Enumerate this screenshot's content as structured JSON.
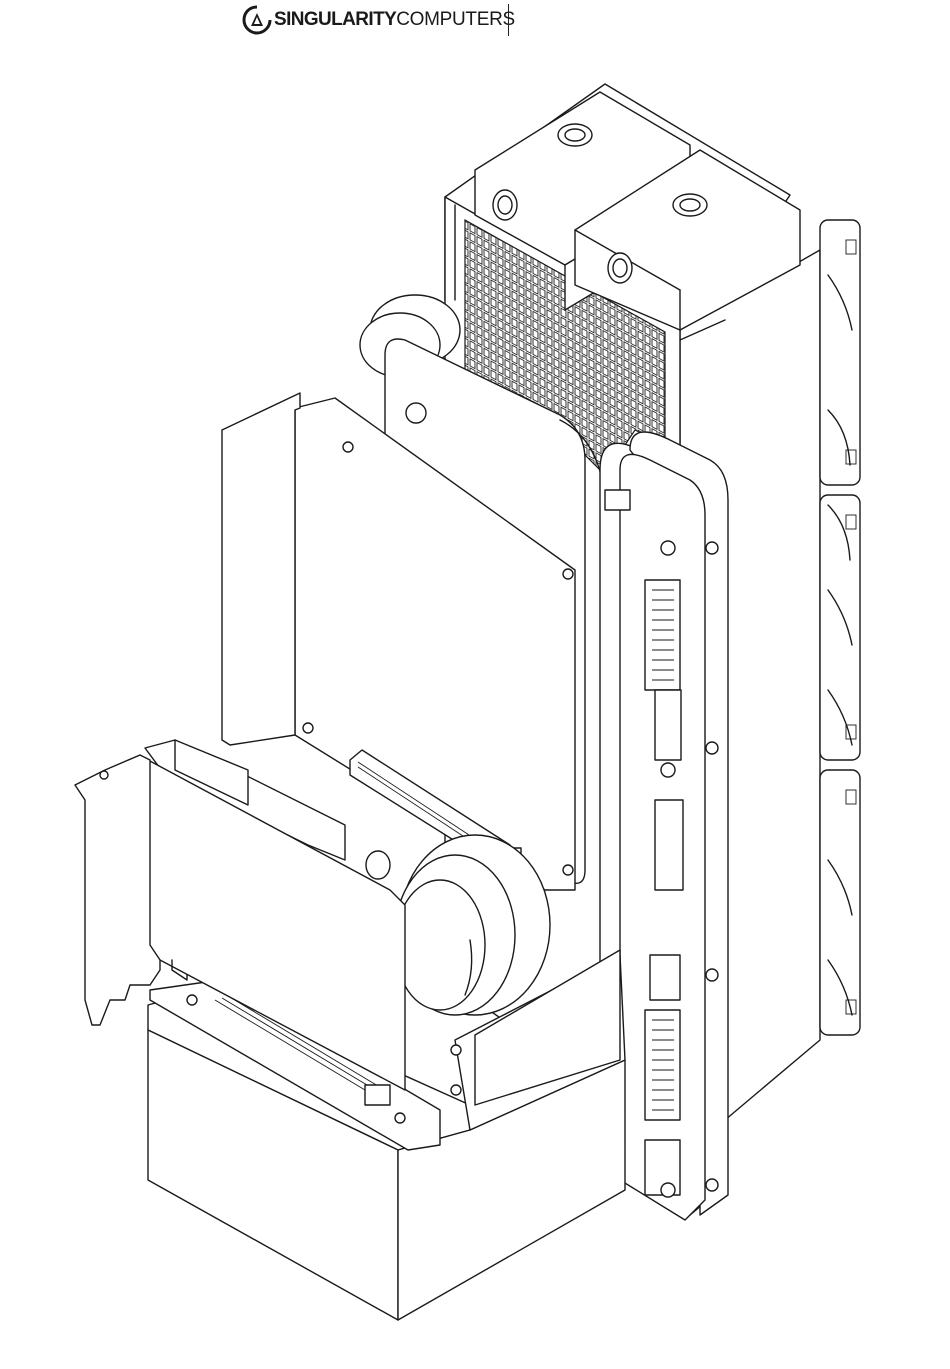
{
  "header": {
    "brand_bold": "SINGULARITY",
    "brand_light": "COMPUTERS",
    "logo_icon": "singularity-logo-icon"
  },
  "drawing": {
    "style": "isometric line drawing",
    "line_color": "#1a1a1a",
    "background": "#ffffff"
  }
}
